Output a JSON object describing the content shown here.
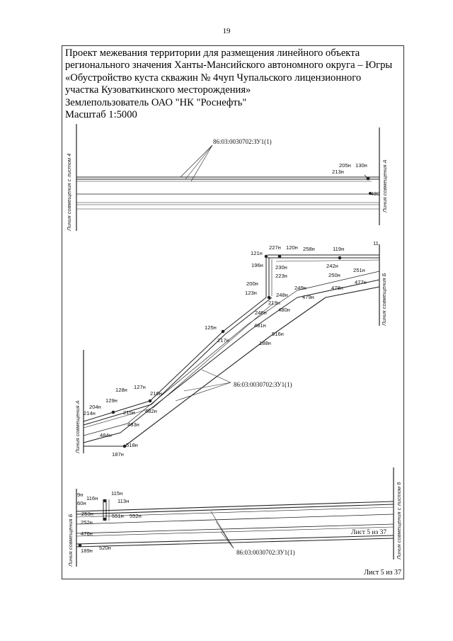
{
  "page_number": "19",
  "title_lines": [
    "Проект межевания территории для размещения линейного объекта",
    "регионального значения Ханты-Мансийского автономного округа – Югры",
    "«Обустройство куста скважин № 4чуп Чупальского лицензионного",
    "участка Кузоваткинского месторождения»",
    "Землепользователь ОАО \"НК \"Роснефть\"",
    "Масштаб 1:5000"
  ],
  "parcel_id": "86:03:0030702:ЗУ1(1)",
  "side_labels": {
    "top_left": "Линия совмещения с листом 4",
    "top_right": "Линия совмещения А",
    "mid_right": "Линия совмещения Б",
    "mid_left": "Линия совмещения А",
    "bottom_left": "Линия совмещения Б",
    "bottom_right": "Линия совмещения с листом 6"
  },
  "points": {
    "p205": "205н",
    "p130": "130н",
    "p213": "213н",
    "p480": "480",
    "p227": "227н",
    "p120": "120н",
    "p258": "258н",
    "p119": "119н",
    "p11x": "11",
    "p121": "121н",
    "p196": "196н",
    "p230": "230н",
    "p223": "223н",
    "p242": "242н",
    "p250": "250н",
    "p251": "251н",
    "p477": "477н",
    "p200": "200н",
    "p249": "249н",
    "p478": "478н",
    "p123": "123н",
    "p248": "248н",
    "p479": "479н",
    "p219": "219н",
    "p480n": "480н",
    "p246": "246н",
    "p481": "481н",
    "p125": "125н",
    "p516": "516н",
    "p217": "217н",
    "p188": "188н",
    "p128": "128н",
    "p127": "127н",
    "p204": "204н",
    "p129": "129н",
    "p216": "216н",
    "p214": "214н",
    "p215": "215н",
    "p482": "482н",
    "p483": "483н",
    "p484": "484н",
    "p518": "518н",
    "p187": "187н",
    "p115": "115н",
    "p116": "116н",
    "p113": "113н",
    "p253": "253н",
    "p551": "551н",
    "p552": "552н",
    "p252": "252н",
    "p476": "476н",
    "p189": "189н",
    "p520": "520н",
    "p_l1": "9н",
    "p_l2": "60н"
  },
  "inner_sheet": "Лист  5 из 37",
  "sheet_label": "Лист 5 из 37"
}
